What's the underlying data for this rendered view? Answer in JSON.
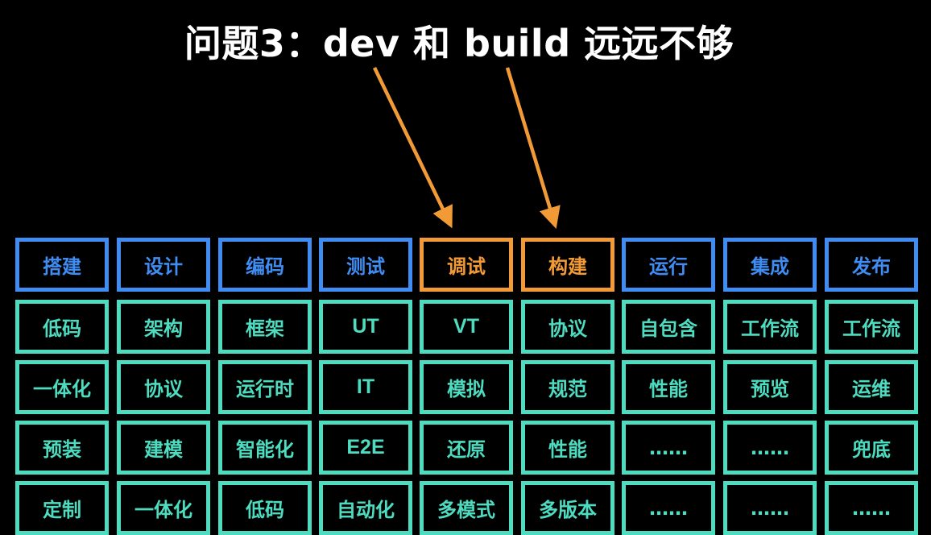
{
  "title": "问题3：dev 和 build 远远不够",
  "colors": {
    "background": "#000000",
    "header": "#3F8CF2",
    "highlight": "#F29A36",
    "content": "#4DDCC0",
    "title": "#FFFFFF"
  },
  "columns": [
    {
      "header": "搭建",
      "items": [
        "低码",
        "一体化",
        "预装",
        "定制"
      ]
    },
    {
      "header": "设计",
      "items": [
        "架构",
        "协议",
        "建模",
        "一体化"
      ]
    },
    {
      "header": "编码",
      "items": [
        "框架",
        "运行时",
        "智能化",
        "低码"
      ]
    },
    {
      "header": "测试",
      "items": [
        "UT",
        "IT",
        "E2E",
        "自动化"
      ]
    },
    {
      "header": "调试",
      "highlighted": true,
      "items": [
        "VT",
        "模拟",
        "还原",
        "多模式"
      ]
    },
    {
      "header": "构建",
      "highlighted": true,
      "items": [
        "协议",
        "规范",
        "性能",
        "多版本"
      ]
    },
    {
      "header": "运行",
      "items": [
        "自包含",
        "性能",
        "……",
        "……"
      ]
    },
    {
      "header": "集成",
      "items": [
        "工作流",
        "预览",
        "……",
        "……"
      ]
    },
    {
      "header": "发布",
      "items": [
        "工作流",
        "运维",
        "兜底",
        "……"
      ]
    }
  ]
}
